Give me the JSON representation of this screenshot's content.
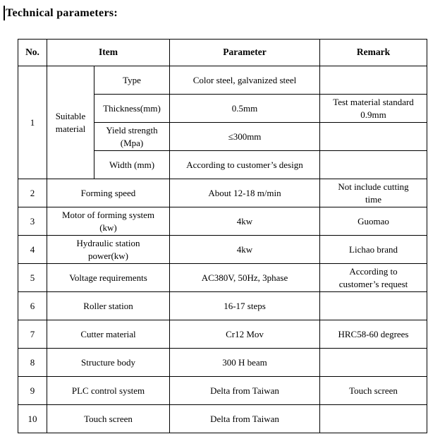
{
  "title": "Technical parameters:",
  "colors": {
    "text": "#000000",
    "border": "#000000",
    "background": "#ffffff"
  },
  "table": {
    "headers": {
      "no": "No.",
      "item": "Item",
      "parameter": "Parameter",
      "remark": "Remark"
    },
    "group1": {
      "no": "1",
      "item": "Suitable material",
      "subrows": [
        {
          "item": "Type",
          "parameter": "Color steel, galvanized steel",
          "remark": ""
        },
        {
          "item": "Thickness(mm)",
          "parameter": "0.5mm",
          "remark": "Test material standard\n0.9mm"
        },
        {
          "item": "Yield strength\n(Mpa)",
          "parameter": "≤300mm",
          "remark": ""
        },
        {
          "item": "Width (mm)",
          "parameter": "According to customer’s design",
          "remark": ""
        }
      ]
    },
    "rows": [
      {
        "no": "2",
        "item": "Forming speed",
        "parameter": "About 12-18 m/min",
        "remark": "Not include cutting\ntime"
      },
      {
        "no": "3",
        "item": "Motor of forming system\n(kw)",
        "parameter": "4kw",
        "remark": "Guomao"
      },
      {
        "no": "4",
        "item": "Hydraulic station\npower(kw)",
        "parameter": "4kw",
        "remark": "Lichao brand"
      },
      {
        "no": "5",
        "item": "Voltage requirements",
        "parameter": "AC380V, 50Hz, 3phase",
        "remark": "According to\ncustomer’s request"
      },
      {
        "no": "6",
        "item": "Roller station",
        "parameter": "16-17 steps",
        "remark": ""
      },
      {
        "no": "7",
        "item": "Cutter material",
        "parameter": "Cr12 Mov",
        "remark": "HRC58-60 degrees"
      },
      {
        "no": "8",
        "item": "Structure body",
        "parameter": "300 H beam",
        "remark": ""
      },
      {
        "no": "9",
        "item": "PLC control system",
        "parameter": "Delta from Taiwan",
        "remark": "Touch screen"
      },
      {
        "no": "10",
        "item": "Touch screen",
        "parameter": "Delta from Taiwan",
        "remark": ""
      }
    ]
  }
}
